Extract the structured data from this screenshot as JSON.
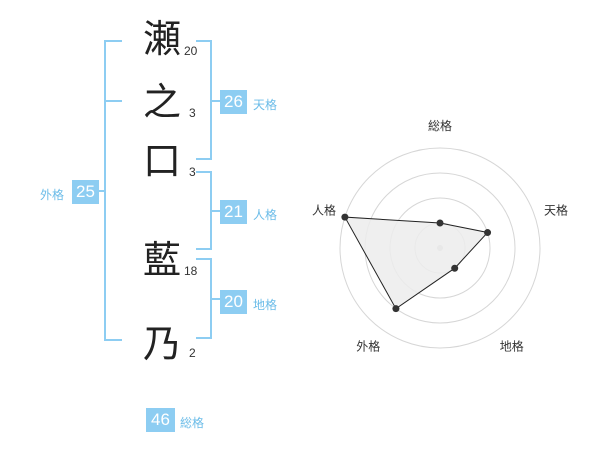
{
  "name_chars": [
    {
      "char": "瀬",
      "strokes": "20"
    },
    {
      "char": "之",
      "strokes": "3"
    },
    {
      "char": "口",
      "strokes": "3"
    },
    {
      "char": "藍",
      "strokes": "18"
    },
    {
      "char": "乃",
      "strokes": "2"
    }
  ],
  "fortunes": {
    "tenkaku": {
      "value": "26",
      "label": "天格"
    },
    "jinkaku": {
      "value": "21",
      "label": "人格"
    },
    "chikaku": {
      "value": "20",
      "label": "地格"
    },
    "gaikaku": {
      "value": "25",
      "label": "外格"
    },
    "soukaku": {
      "value": "46",
      "label": "総格"
    }
  },
  "colors": {
    "accent": "#8dcdf2",
    "label": "#6bbce8"
  },
  "chart_data": {
    "type": "radar",
    "axes": [
      "総格",
      "天格",
      "地格",
      "外格",
      "人格"
    ],
    "levels": 4,
    "max": 4,
    "values": [
      1,
      2,
      1,
      3,
      4
    ]
  }
}
